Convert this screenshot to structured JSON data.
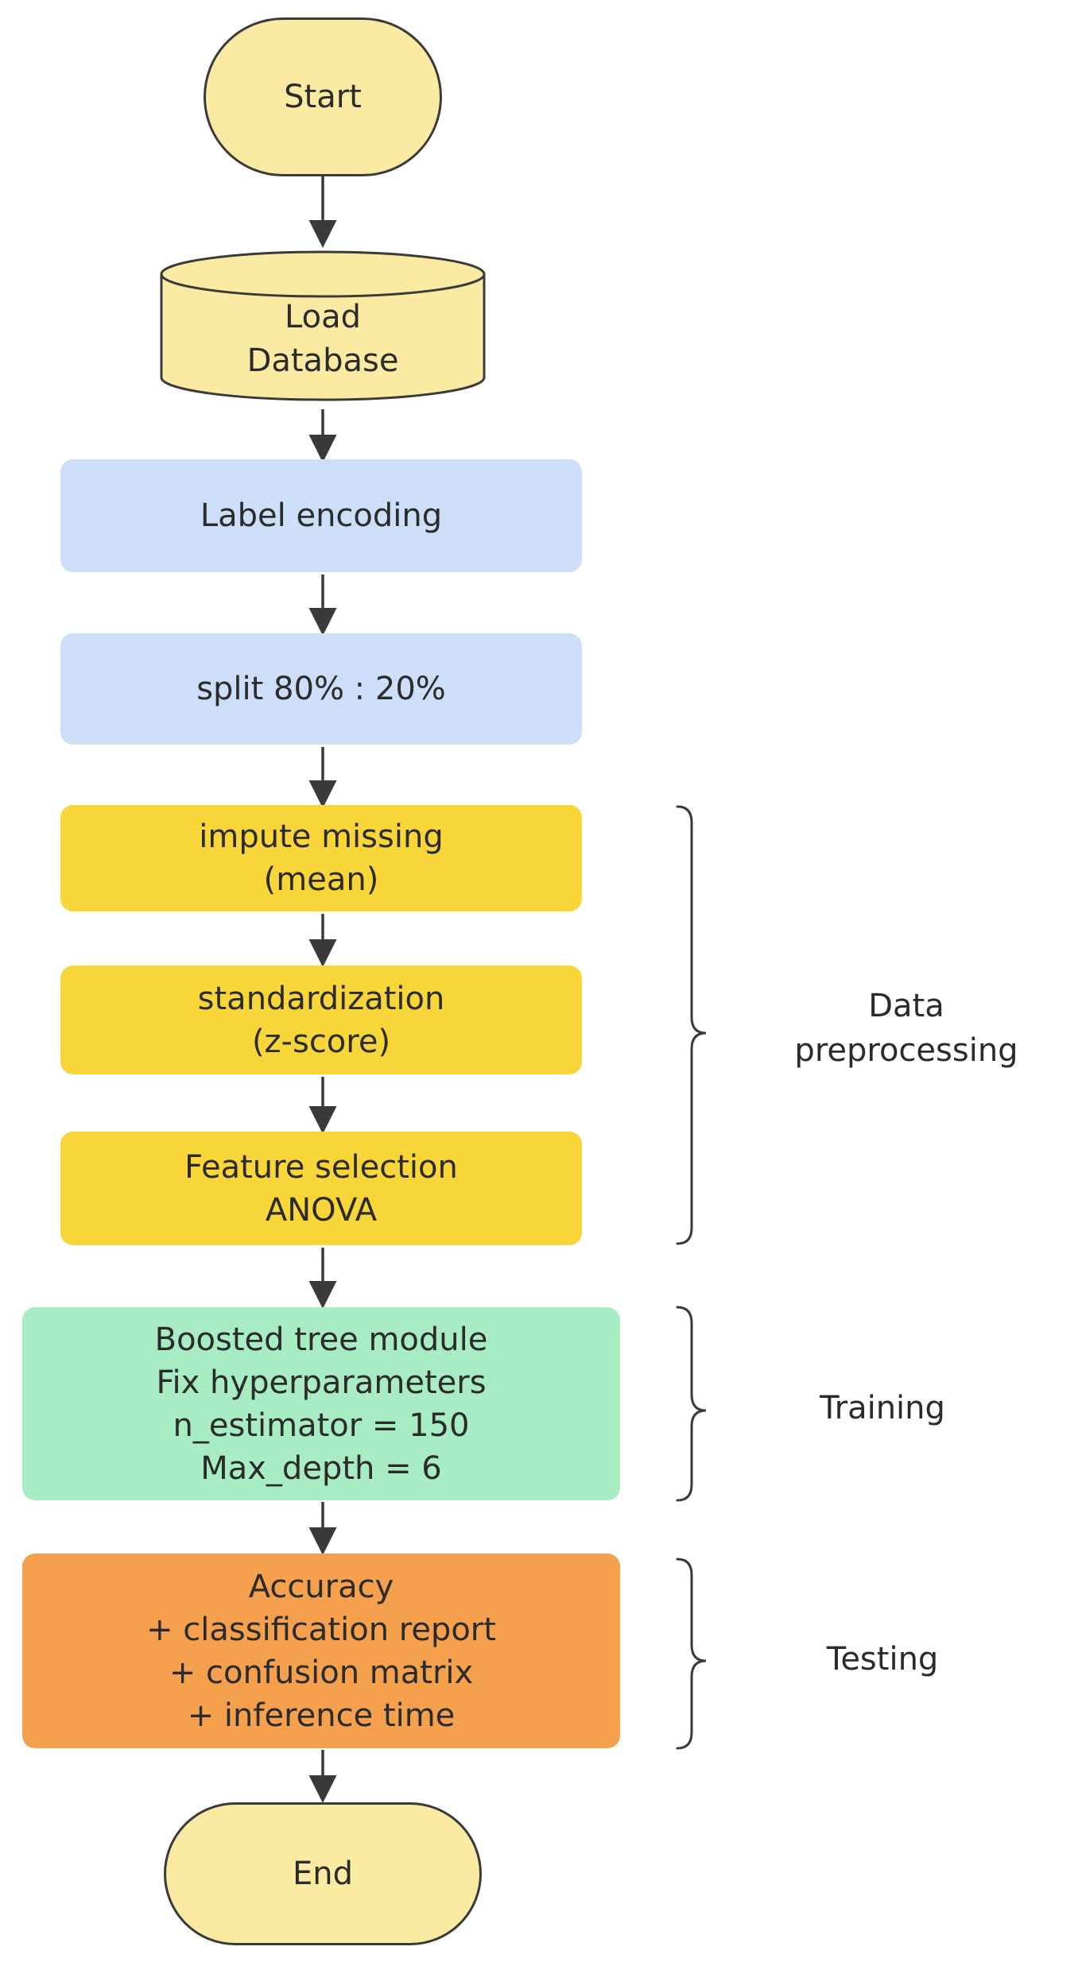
{
  "nodes": {
    "start": "Start",
    "load_database": [
      "Load",
      "Database"
    ],
    "label_encoding": "Label encoding",
    "split": "split 80% : 20%",
    "impute": [
      "impute missing",
      "(mean)"
    ],
    "standardization": [
      "standardization",
      "(z-score)"
    ],
    "feature_selection": [
      "Feature selection",
      "ANOVA"
    ],
    "boosted_tree": [
      "Boosted tree module",
      "Fix hyperparameters",
      "n_estimator = 150",
      "Max_depth = 6"
    ],
    "testing_box": [
      "Accuracy",
      "+ classification report",
      "+ confusion matrix",
      "+ inference time"
    ],
    "end": "End"
  },
  "groups": {
    "data_preprocessing": [
      "Data",
      "preprocessing"
    ],
    "training": "Training",
    "testing": "Testing"
  },
  "colors": {
    "terminal_fill": "#fbeaa1",
    "database_fill": "#fbeaa1",
    "blue_step": "#cddff8",
    "yellow_step": "#f8d639",
    "green_step": "#a8ecc4",
    "orange_step": "#f5a04c",
    "arrow": "#3a3a3a"
  }
}
